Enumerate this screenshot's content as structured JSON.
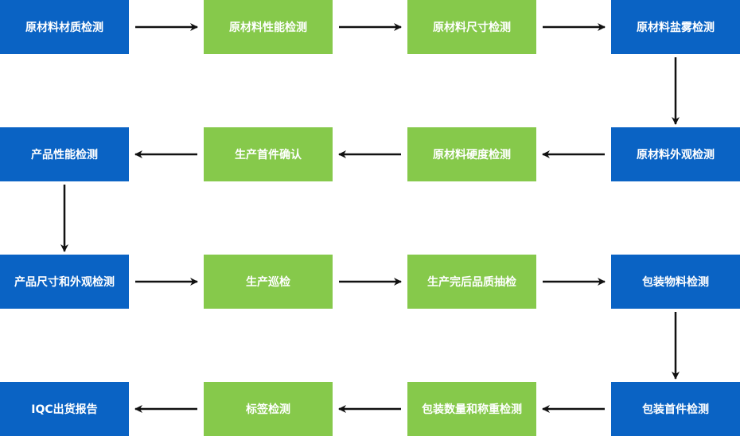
{
  "colors": {
    "primary": "#0a63c4",
    "secondary": "#86c94b",
    "arrow": "#111111"
  },
  "nodes": [
    {
      "id": "n1",
      "label": "原材料材质检测",
      "color": "blue"
    },
    {
      "id": "n2",
      "label": "原材料性能检测",
      "color": "green"
    },
    {
      "id": "n3",
      "label": "原材料尺寸检测",
      "color": "green"
    },
    {
      "id": "n4",
      "label": "原材料盐雾检测",
      "color": "blue"
    },
    {
      "id": "n5",
      "label": "原材料外观检测",
      "color": "blue"
    },
    {
      "id": "n6",
      "label": "原材料硬度检测",
      "color": "green"
    },
    {
      "id": "n7",
      "label": "生产首件确认",
      "color": "green"
    },
    {
      "id": "n8",
      "label": "产品性能检测",
      "color": "blue"
    },
    {
      "id": "n9",
      "label": "产品尺寸和外观检测",
      "color": "blue"
    },
    {
      "id": "n10",
      "label": "生产巡检",
      "color": "green"
    },
    {
      "id": "n11",
      "label": "生产完后品质抽检",
      "color": "green"
    },
    {
      "id": "n12",
      "label": "包装物料检测",
      "color": "blue"
    },
    {
      "id": "n13",
      "label": "包装首件检测",
      "color": "blue"
    },
    {
      "id": "n14",
      "label": "包装数量和称重检测",
      "color": "green"
    },
    {
      "id": "n15",
      "label": "标签检测",
      "color": "green"
    },
    {
      "id": "n16",
      "label": "IQC出货报告",
      "color": "blue"
    }
  ],
  "edges": [
    [
      "n1",
      "n2"
    ],
    [
      "n2",
      "n3"
    ],
    [
      "n3",
      "n4"
    ],
    [
      "n4",
      "n5"
    ],
    [
      "n5",
      "n6"
    ],
    [
      "n6",
      "n7"
    ],
    [
      "n7",
      "n8"
    ],
    [
      "n8",
      "n9"
    ],
    [
      "n9",
      "n10"
    ],
    [
      "n10",
      "n11"
    ],
    [
      "n11",
      "n12"
    ],
    [
      "n12",
      "n13"
    ],
    [
      "n13",
      "n14"
    ],
    [
      "n14",
      "n15"
    ],
    [
      "n15",
      "n16"
    ]
  ]
}
